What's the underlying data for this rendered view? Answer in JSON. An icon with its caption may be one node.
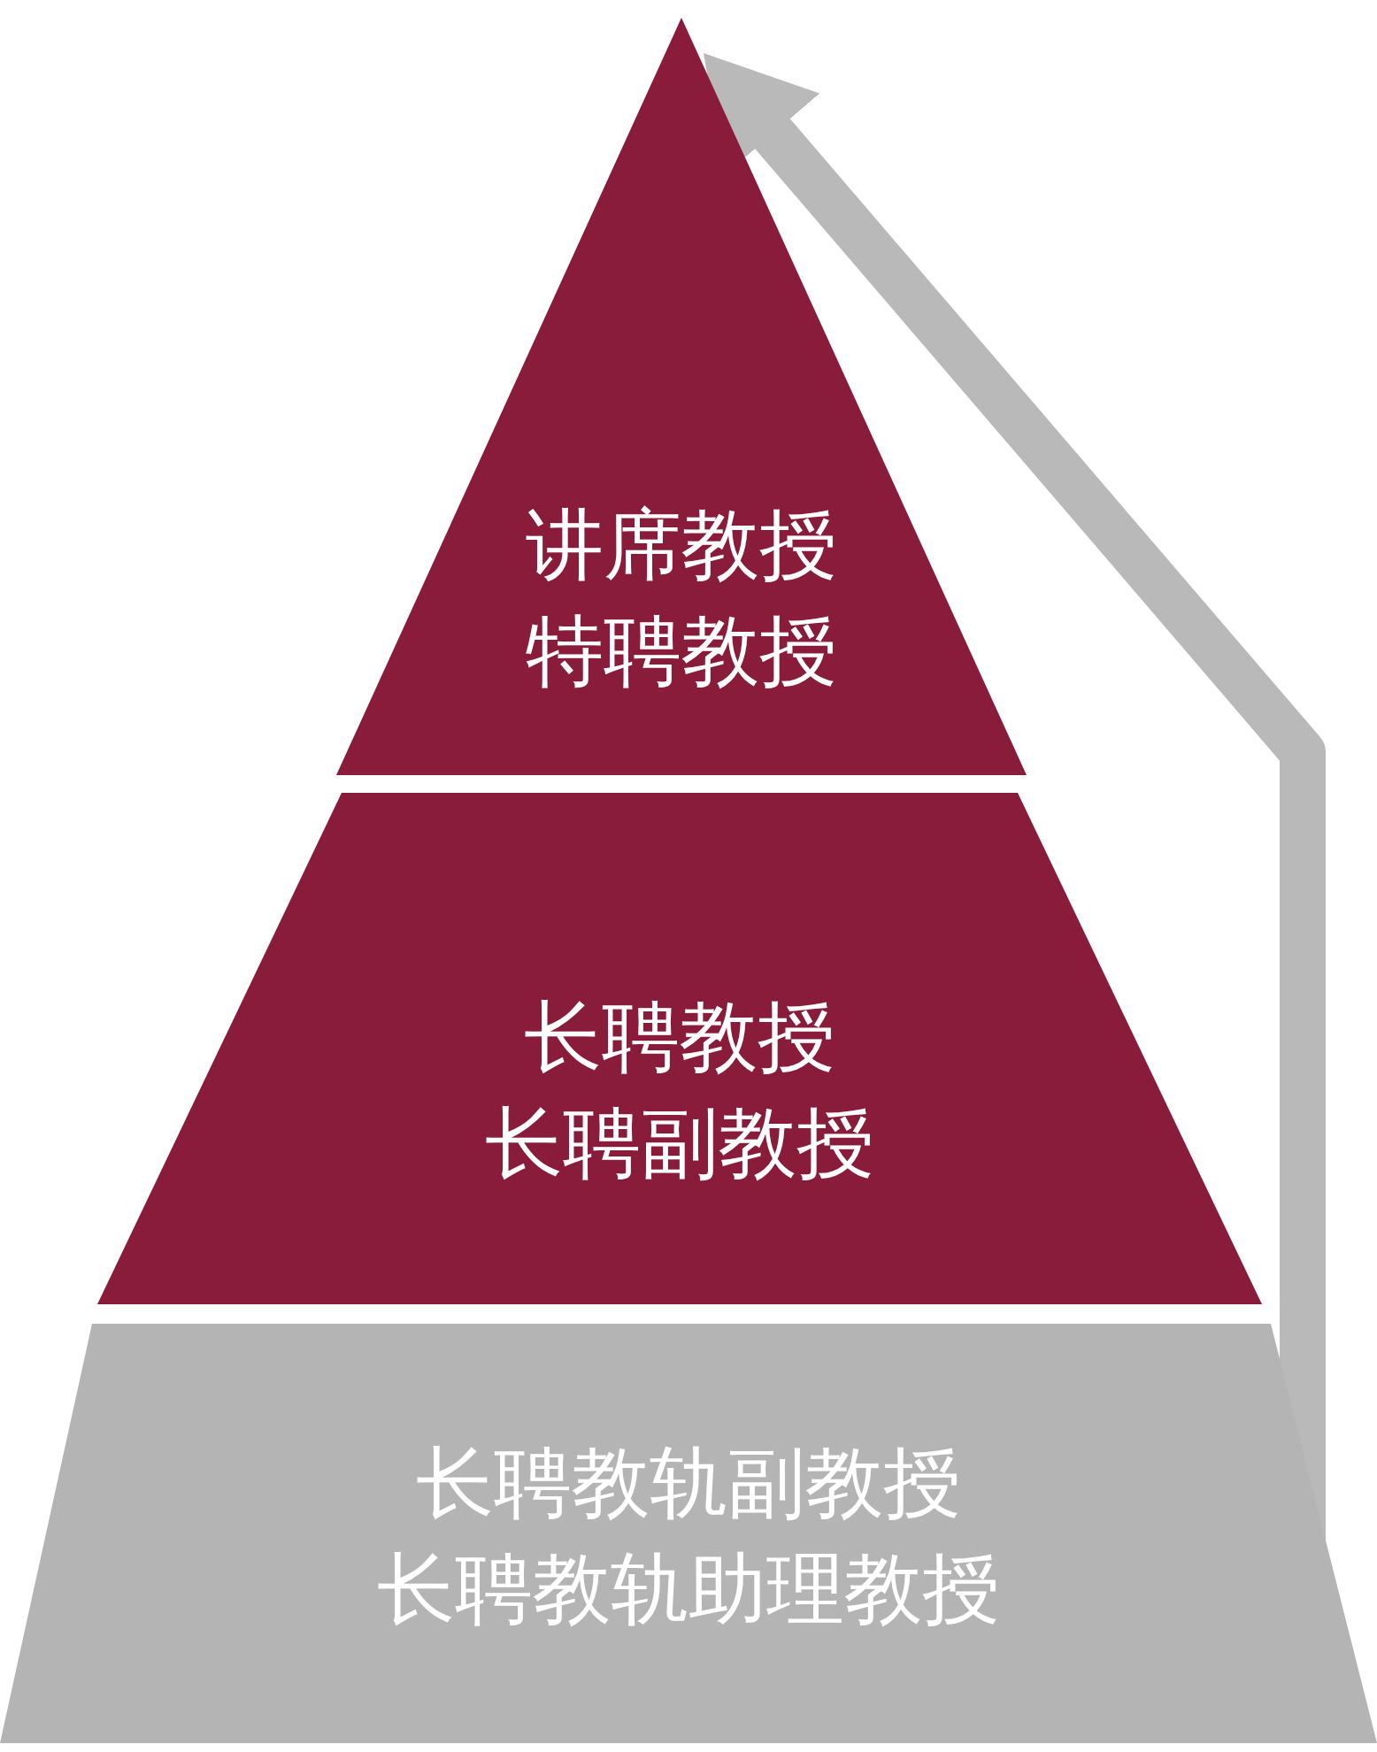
{
  "diagram": {
    "nodes": [
      {
        "text": [
          "讲席教授",
          "特聘教授"
        ]
      },
      {
        "text": [
          "长聘教授",
          "长聘副教授"
        ]
      },
      {
        "text": [
          "长聘教轨副教授",
          "长聘教轨助理教授"
        ]
      }
    ],
    "edges": [
      {
        "from": 2,
        "to": 0,
        "arrow": "to"
      }
    ]
  }
}
